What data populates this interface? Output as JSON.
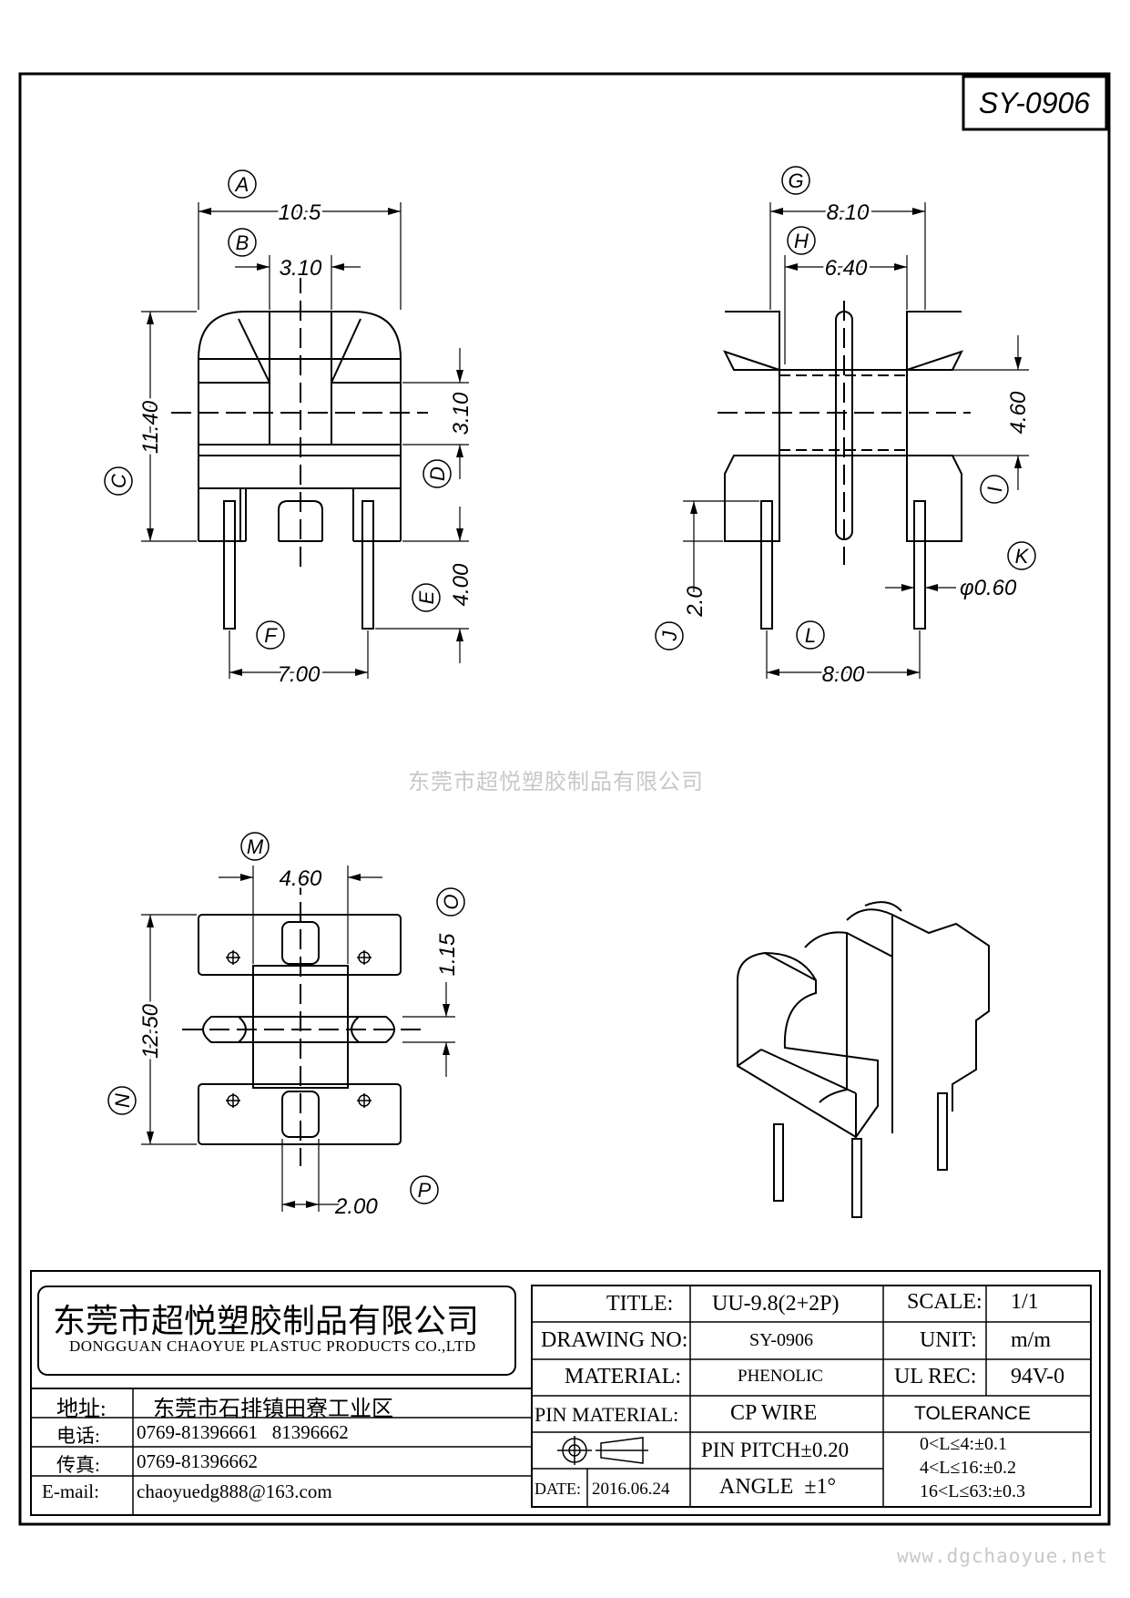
{
  "drawing_number": "SY-0906",
  "watermark": "东莞市超悦塑胶制品有限公司",
  "website": "www.dgchaoyue.net",
  "dimension_labels": {
    "A": "A",
    "B": "B",
    "C": "C",
    "D": "D",
    "E": "E",
    "F": "F",
    "G": "G",
    "H": "H",
    "I": "I",
    "J": "J",
    "K": "K",
    "L": "L",
    "M": "M",
    "N": "N",
    "O": "O",
    "P": "P"
  },
  "dimensions": {
    "A": "10.5",
    "B": "3.10",
    "C": "11.40",
    "D": "3.10",
    "E": "4.00",
    "F": "7.00",
    "G": "8.10",
    "H": "6.40",
    "I": "4.60",
    "J": "2.0",
    "K": "φ0.60",
    "L": "8.00",
    "M": "4.60",
    "N": "12.50",
    "O": "1.15",
    "P": "2.00"
  },
  "company": {
    "name_cn": "东莞市超悦塑胶制品有限公司",
    "name_en": "DONGGUAN CHAOYUE PLASTUC PRODUCTS CO.,LTD"
  },
  "contact": {
    "address_label": "地址:",
    "address_value": "东莞市石排镇田寮工业区",
    "phone_label": "电话:",
    "phone_value": "0769-81396661   81396662",
    "fax_label": "传真:",
    "fax_value": "0769-81396662",
    "email_label": "E-mail:",
    "email_value": "chaoyuedg888@163.com"
  },
  "title_block": {
    "title_label": "TITLE:",
    "title_value": "UU-9.8(2+2P)",
    "drawing_no_label": "DRAWING NO:",
    "drawing_no_value": "SY-0906",
    "material_label": "MATERIAL:",
    "material_value": "PHENOLIC",
    "pin_material_label": "PIN MATERIAL:",
    "pin_material_value": "CP WIRE",
    "pin_pitch": "PIN PITCH±0.20",
    "date_label": "DATE:",
    "date_value": "2016.06.24",
    "angle": "ANGLE  ±1°",
    "scale_label": "SCALE:",
    "scale_value": "1/1",
    "unit_label": "UNIT:",
    "unit_value": "m/m",
    "ul_label": "UL REC:",
    "ul_value": "94V-0",
    "tolerance_label": "TOLERANCE",
    "tolerance_1": "0<L≤4:±0.1",
    "tolerance_2": "4<L≤16:±0.2",
    "tolerance_3": "16<L≤63:±0.3"
  }
}
